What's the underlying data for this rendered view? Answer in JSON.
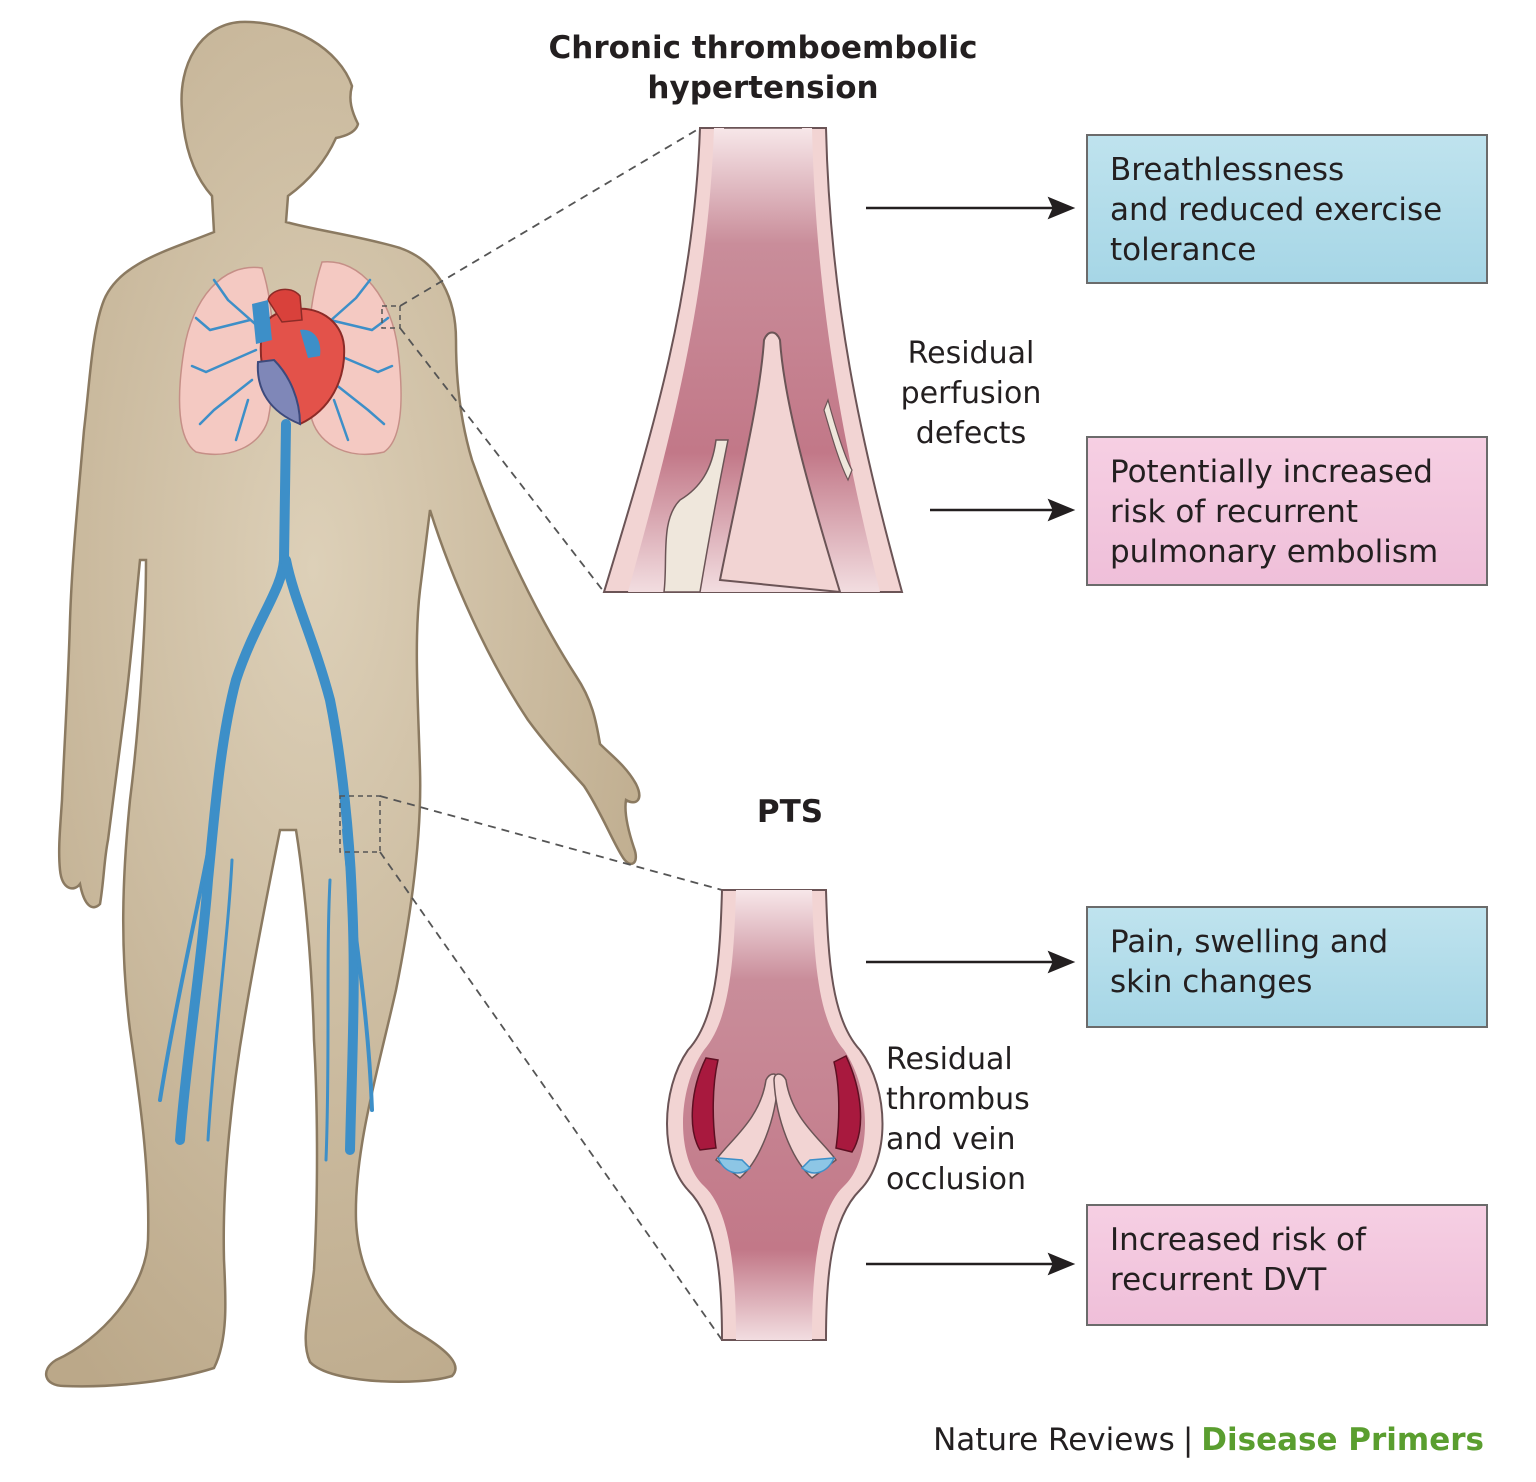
{
  "headings": {
    "cteph": [
      "Chronic thromboembolic",
      "hypertension"
    ],
    "pts": "PTS"
  },
  "labels": {
    "cteph_mid": [
      "Residual",
      "perfusion",
      "defects"
    ],
    "pts_mid": [
      "Residual",
      "thrombus",
      "and vein",
      "occlusion"
    ]
  },
  "boxes": [
    {
      "lines": [
        "Breathlessness",
        "and reduced exercise",
        "tolerance"
      ],
      "color": "blue"
    },
    {
      "lines": [
        "Potentially increased",
        "risk of recurrent",
        "pulmonary embolism"
      ],
      "color": "pink"
    },
    {
      "lines": [
        "Pain, swelling and",
        "skin changes"
      ],
      "color": "blue"
    },
    {
      "lines": [
        "Increased risk of",
        "recurrent DVT"
      ],
      "color": "pink"
    }
  ],
  "footer": {
    "brand": "Nature Reviews",
    "separator": "|",
    "series": "Disease Primers"
  },
  "colors": {
    "skin": "#cbb89a",
    "skin_outline": "#8b7a61",
    "vein": "#3d8fc8",
    "lung": "#f4c9c2",
    "vessel_wall": "#eec9c6",
    "lumen": "#c47c8d",
    "thrombus": "#a8193e",
    "box_blue": "#a6d6e6",
    "box_pink": "#efbfd9",
    "brand_green": "#5a9e2f"
  }
}
